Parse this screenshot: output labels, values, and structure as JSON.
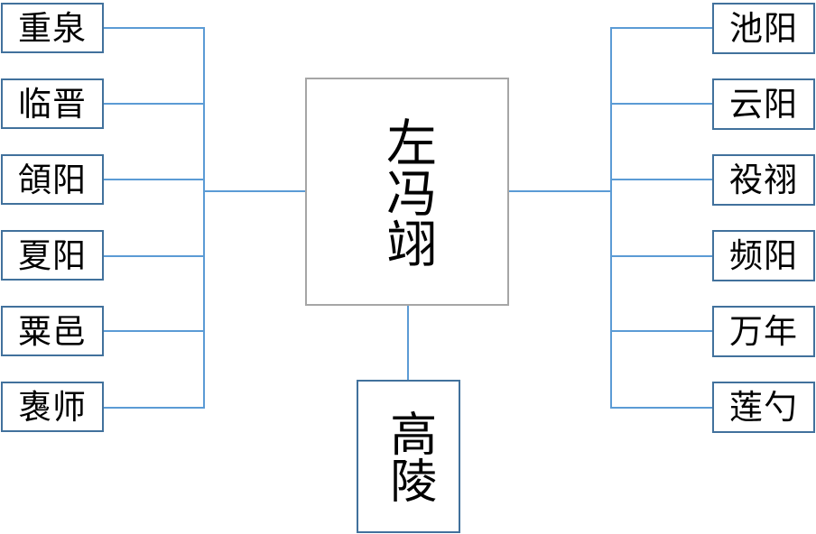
{
  "center": {
    "label": "左冯翊"
  },
  "left_counties": [
    "重泉",
    "临晋",
    "頜阳",
    "夏阳",
    "粟邑",
    "褢师"
  ],
  "right_counties": [
    "池阳",
    "云阳",
    "祋祤",
    "频阳",
    "万年",
    "莲勺"
  ],
  "bottom_county": {
    "label": "高陵"
  },
  "colors": {
    "node_border": "#41719c",
    "connector": "#5b9bd5",
    "center_border": "#a6a6a6"
  }
}
